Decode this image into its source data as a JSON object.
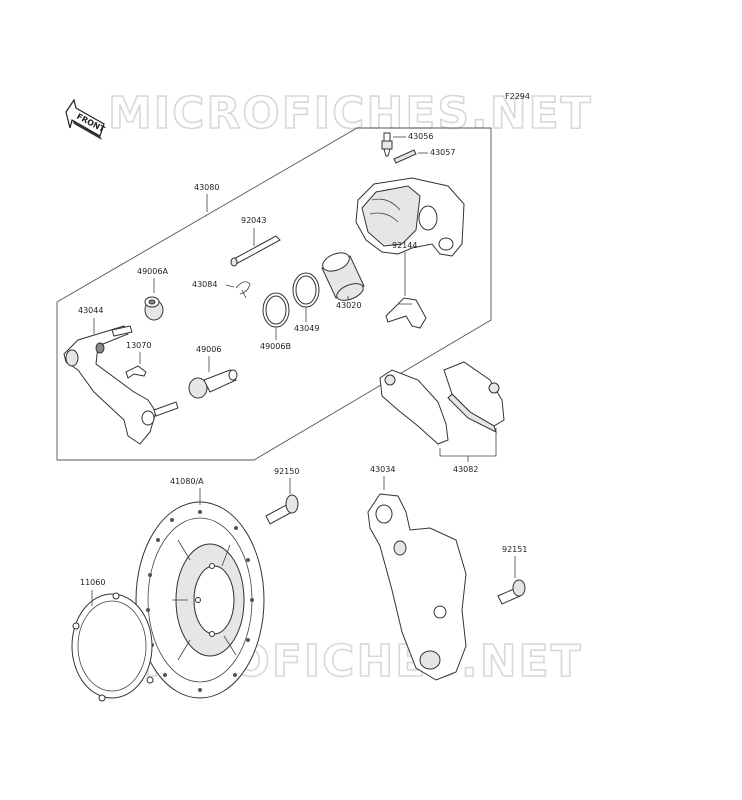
{
  "figure_code": "F2294",
  "front_label": "FRONT",
  "watermark": "MICROFICHES.NET",
  "parts": {
    "p43056": "43056",
    "p43057": "43057",
    "p43080": "43080",
    "p92043": "92043",
    "p49006A": "49006A",
    "p43084": "43084",
    "p43044": "43044",
    "p13070": "13070",
    "p49006": "49006",
    "p49006B": "49006B",
    "p43049": "43049",
    "p43020": "43020",
    "p92144": "92144",
    "p43082": "43082",
    "p41080A": "41080/A",
    "p92150": "92150",
    "p43034": "43034",
    "p92151": "92151",
    "p11060": "11060"
  }
}
